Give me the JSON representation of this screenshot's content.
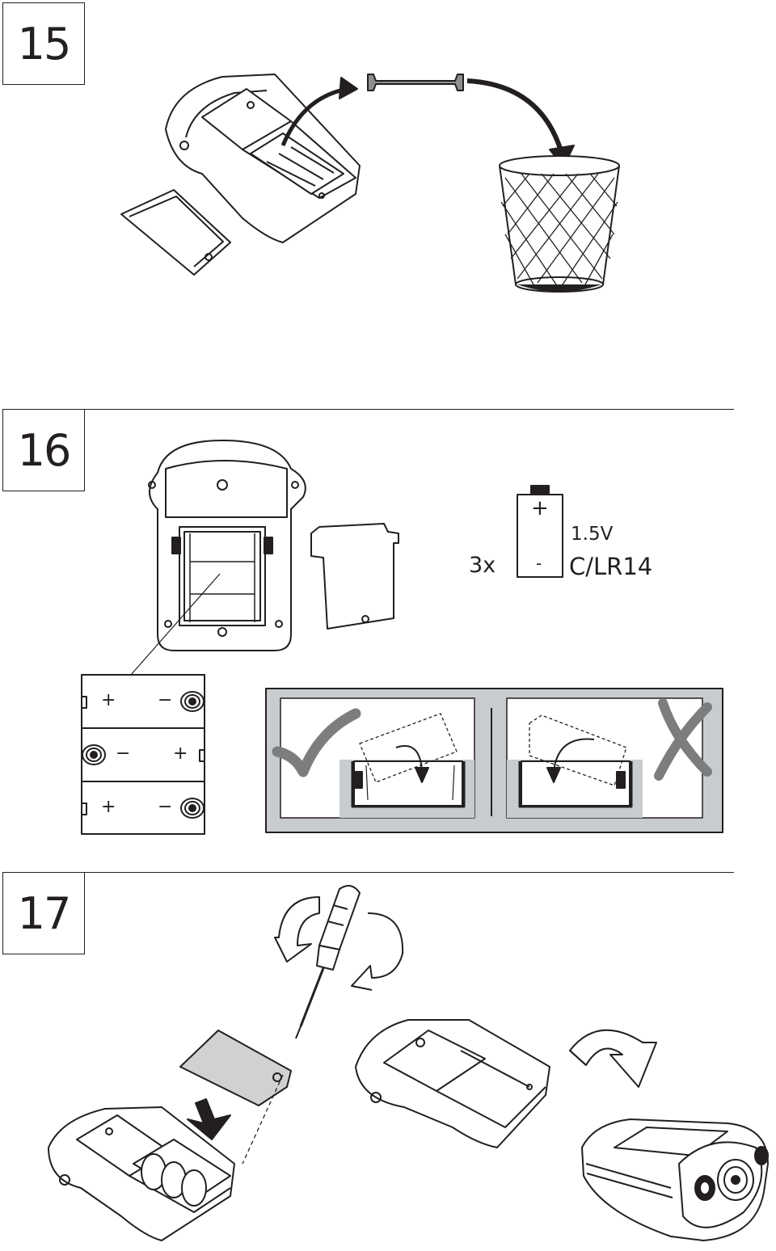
{
  "steps": [
    {
      "number": "15"
    },
    {
      "number": "16"
    },
    {
      "number": "17"
    }
  ],
  "battery": {
    "quantity": "3x",
    "voltage": "1.5V",
    "type": "C/LR14",
    "plus": "+",
    "minus": "-"
  },
  "compartment": {
    "row1": {
      "left": "+",
      "right": "−"
    },
    "row2": {
      "left": "−",
      "right": "+"
    },
    "row3": {
      "left": "+",
      "right": "−"
    }
  },
  "colors": {
    "ink": "#231f20",
    "panel_gray": "#c9ccce",
    "mark_gray": "#7b7d7f"
  }
}
